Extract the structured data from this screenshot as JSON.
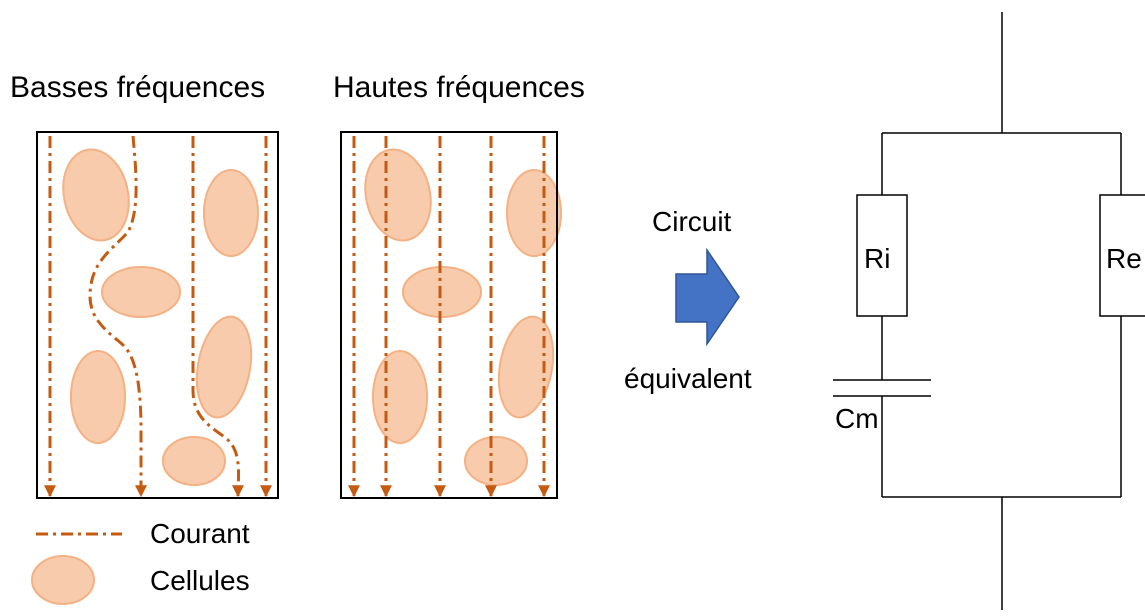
{
  "titles": {
    "low_freq": "Basses fréquences",
    "high_freq": "Hautes fréquences"
  },
  "arrow_label": {
    "line1": "Circuit",
    "line2": "équivalent"
  },
  "circuit": {
    "ri": "Ri",
    "re": "Re",
    "cm": "Cm"
  },
  "legend": {
    "current": "Courant",
    "cells": "Cellules"
  },
  "colors": {
    "current": "#c55a11",
    "cell_fill": "#f8cbad",
    "cell_stroke": "#f4b183",
    "arrow": "#4472c4",
    "arrow_stroke": "#2f5597",
    "line": "#000000"
  },
  "icons": {
    "arrow": "right-block-arrow-icon",
    "cell": "ellipse-cell-icon",
    "current": "dash-dot-line-icon"
  }
}
